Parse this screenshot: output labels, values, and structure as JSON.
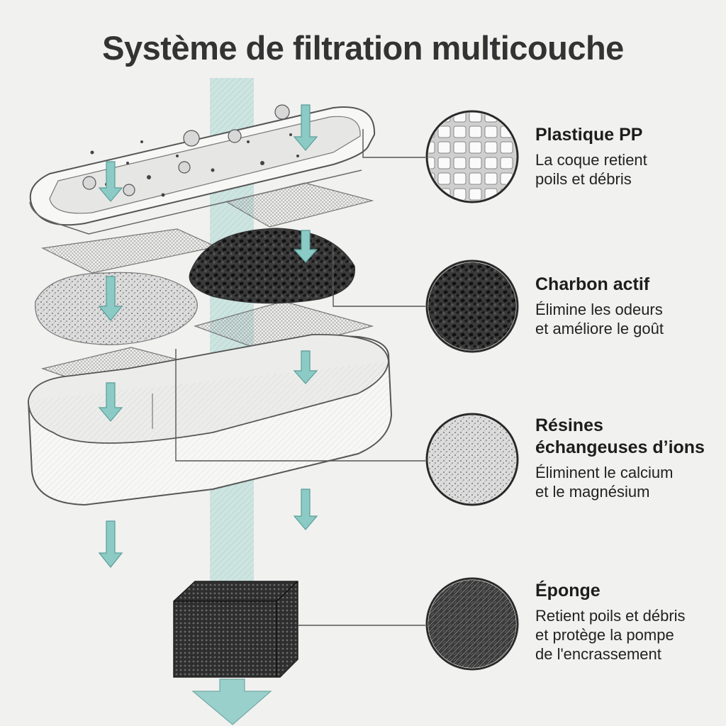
{
  "title": "Système de filtration multicouche",
  "colors": {
    "water": "#7fc4bf",
    "arrow": "#7cc3bd",
    "sketch": "#555555",
    "charcoal": "#2a2a2a"
  },
  "layers": [
    {
      "title": "Plastique PP",
      "title_lines": [
        "Plastique PP"
      ],
      "desc_lines": [
        "La coque retient",
        "poils et débris"
      ],
      "icon": "pp-plastic-icon"
    },
    {
      "title": "Charbon actif",
      "title_lines": [
        "Charbon actif"
      ],
      "desc_lines": [
        "Élimine les odeurs",
        "et améliore le goût"
      ],
      "icon": "activated-carbon-icon"
    },
    {
      "title": "Résines échangeuses d’ions",
      "title_lines": [
        "Résines",
        "échangeuses d’ions"
      ],
      "desc_lines": [
        "Éliminent le calcium",
        "et le magnésium"
      ],
      "icon": "ion-exchange-resin-icon"
    },
    {
      "title": "Éponge",
      "title_lines": [
        "Éponge"
      ],
      "desc_lines": [
        "Retient poils et débris",
        "et protège la pompe",
        "de l'encrassement"
      ],
      "icon": "sponge-icon"
    }
  ]
}
